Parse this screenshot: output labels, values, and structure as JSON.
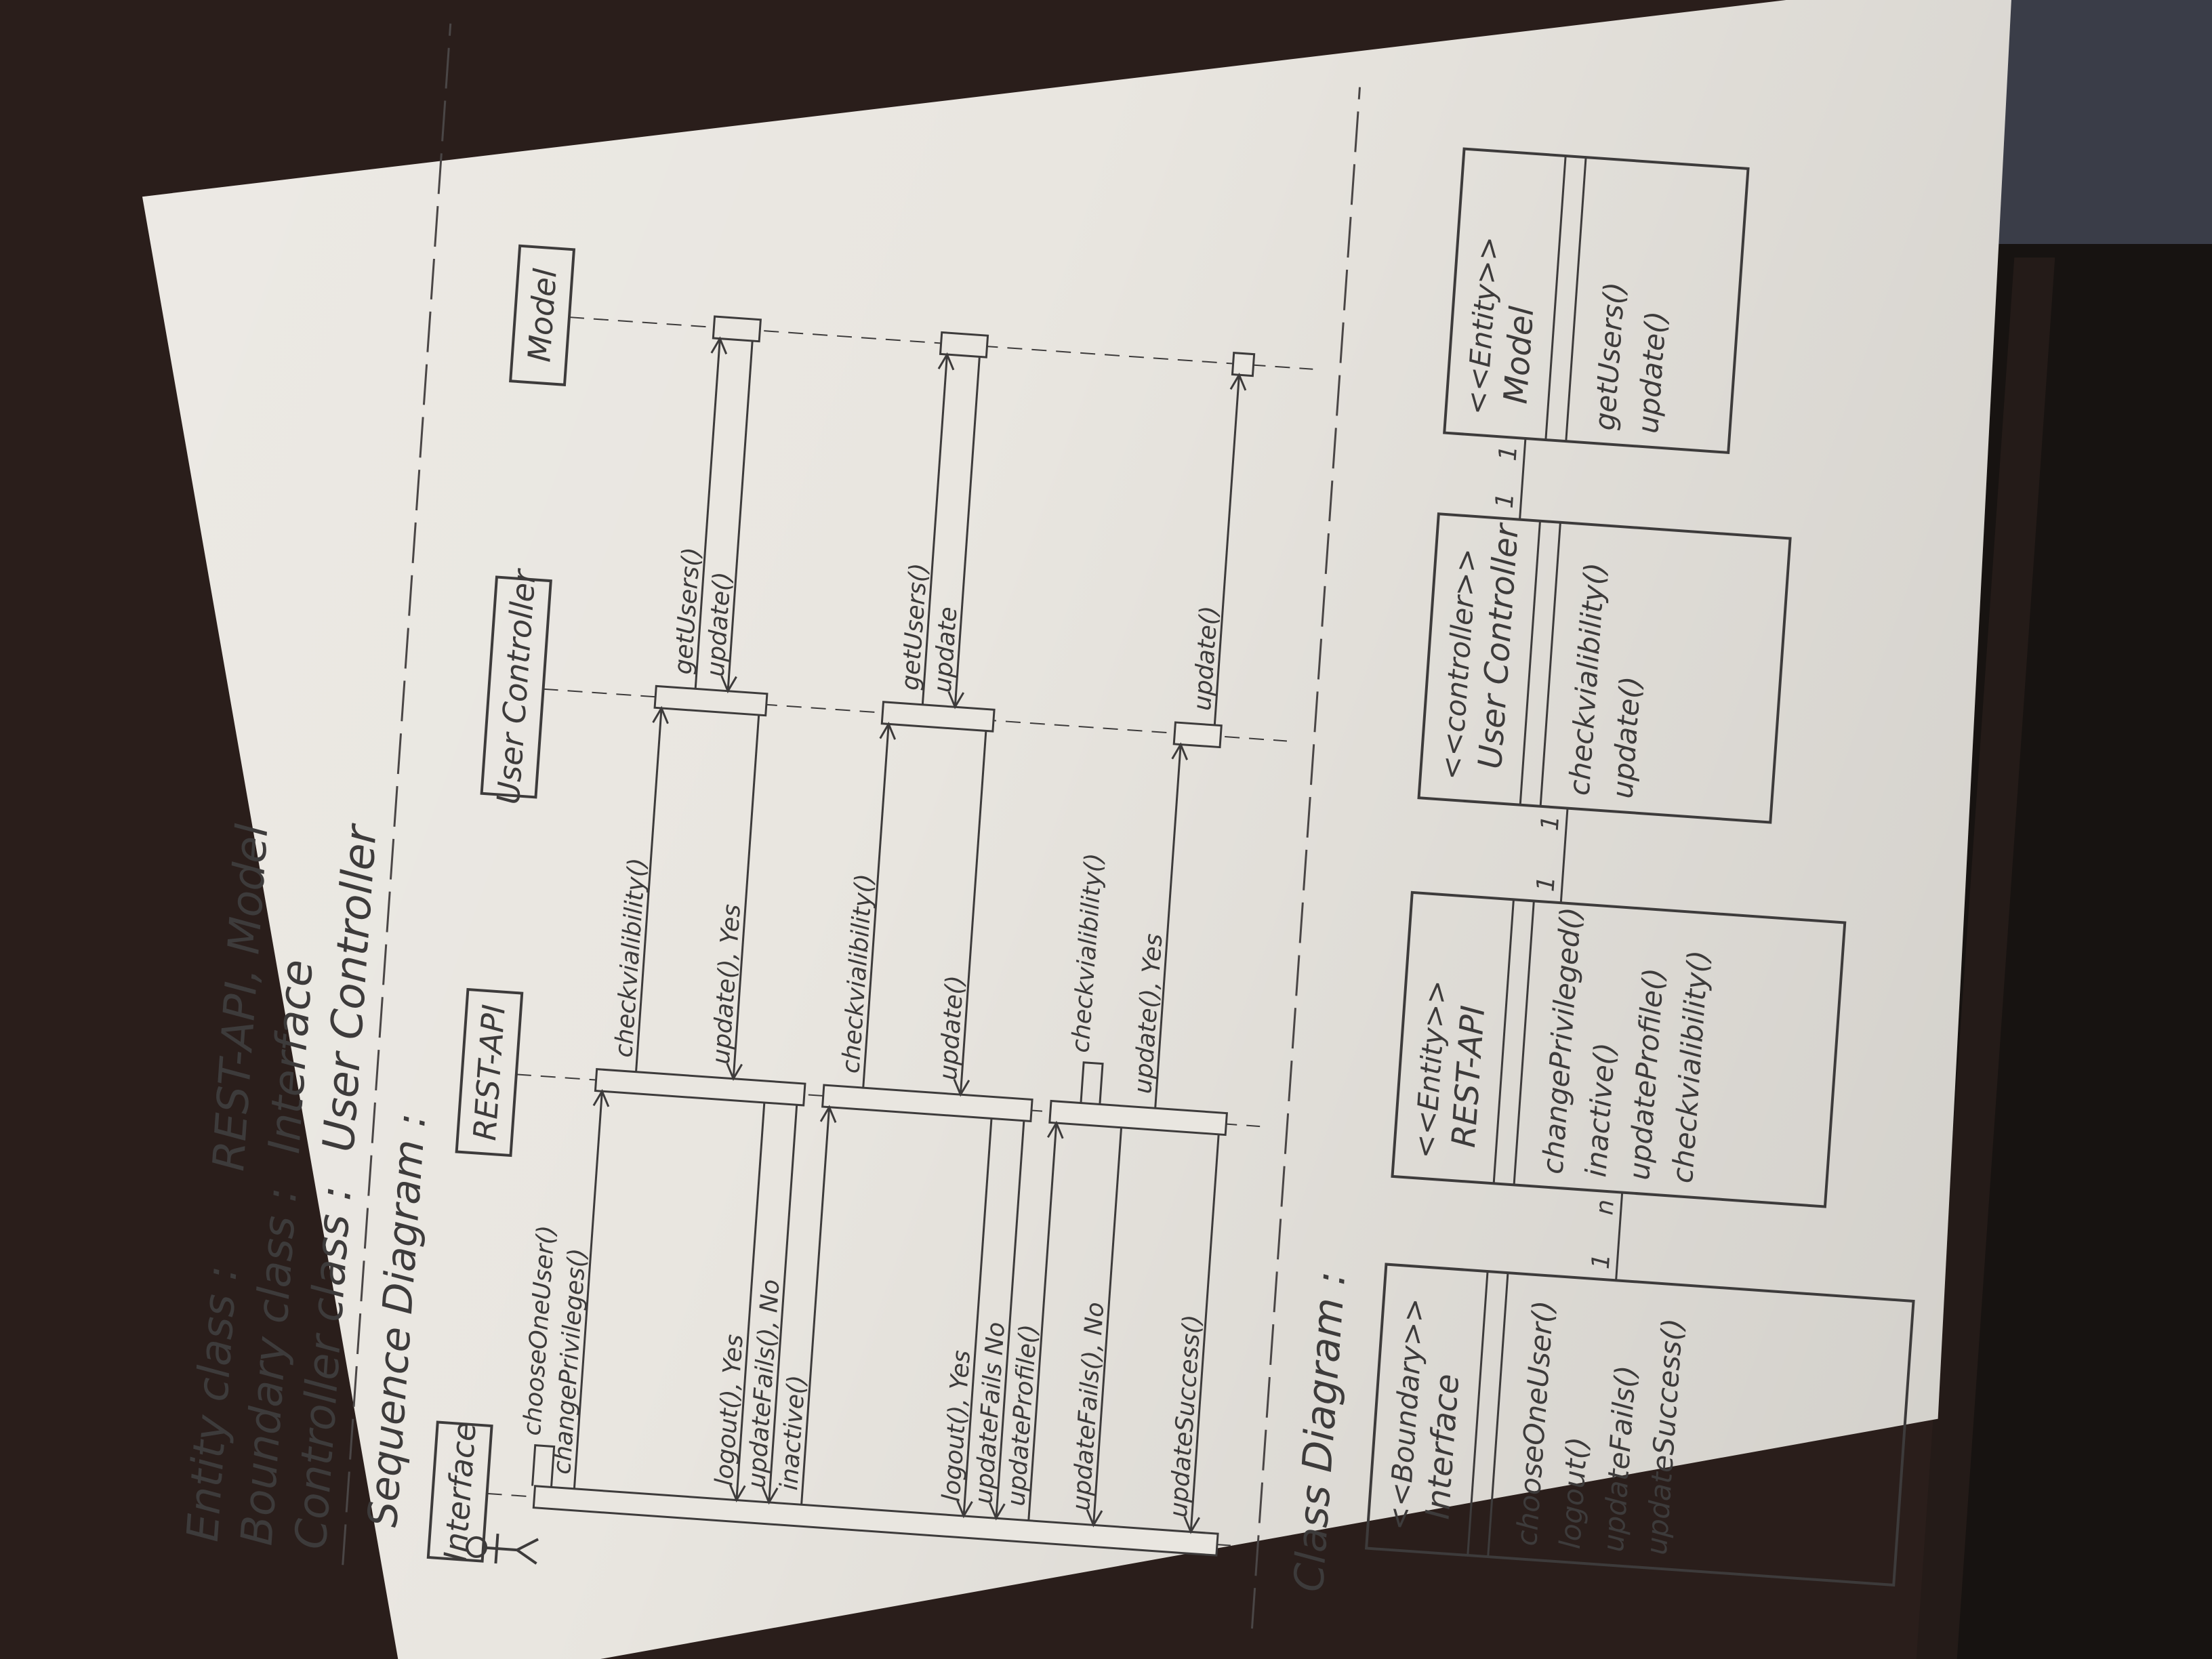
{
  "header": {
    "entity_label": "Entity class :",
    "entity_value": "REST-API, Model",
    "boundary_label": "Boundary class :",
    "boundary_value": "Interface",
    "controller_label": "Controller class :",
    "controller_value": "User Controller"
  },
  "sequence": {
    "title": "Sequence Diagram :",
    "actor_icon": "stick-figure-icon",
    "lifelines": [
      "Interface",
      "REST-API",
      "User Controller",
      "Model"
    ],
    "messages": [
      {
        "from": 0,
        "to": 0,
        "label": "chooseOneUser()"
      },
      {
        "from": 0,
        "to": 1,
        "label": "changePrivileges()"
      },
      {
        "from": 1,
        "to": 2,
        "label": "checkvialibility()"
      },
      {
        "from": 2,
        "to": 3,
        "label": "getUsers()"
      },
      {
        "from": 3,
        "to": 2,
        "label": "update()"
      },
      {
        "from": 2,
        "to": 1,
        "label": "update(), Yes"
      },
      {
        "from": 1,
        "to": 0,
        "label": "logout(), Yes"
      },
      {
        "from": 1,
        "to": 0,
        "label": "updateFails(), No"
      },
      {
        "from": 0,
        "to": 1,
        "label": "inactive()"
      },
      {
        "from": 1,
        "to": 2,
        "label": "checkvialibility()"
      },
      {
        "from": 2,
        "to": 3,
        "label": "getUsers()"
      },
      {
        "from": 3,
        "to": 2,
        "label": "update"
      },
      {
        "from": 2,
        "to": 1,
        "label": "update()"
      },
      {
        "from": 1,
        "to": 0,
        "label": "logout(), Yes"
      },
      {
        "from": 1,
        "to": 0,
        "label": "updateFails No"
      },
      {
        "from": 0,
        "to": 1,
        "label": "updateProfile()"
      },
      {
        "from": 1,
        "to": 1,
        "label": "checkvialibility()"
      },
      {
        "from": 1,
        "to": 0,
        "label": "updateFails(), No"
      },
      {
        "from": 1,
        "to": 2,
        "label": "update(), Yes"
      },
      {
        "from": 2,
        "to": 3,
        "label": "update()"
      },
      {
        "from": 1,
        "to": 0,
        "label": "updateSuccess()"
      }
    ]
  },
  "class_diagram": {
    "title": "Class Diagram :",
    "classes": [
      {
        "stereotype": "<<Boundary>>",
        "name": "Interface",
        "methods": [
          "chooseOneUser()",
          "logout()",
          "updateFails()",
          "updateSuccess()"
        ]
      },
      {
        "stereotype": "<<Entity>>",
        "name": "REST-API",
        "methods": [
          "changePrivileged()",
          "inactive()",
          "updateProfile()",
          "checkvialibility()"
        ]
      },
      {
        "stereotype": "<<controller>>",
        "name": "User Controller",
        "methods": [
          "checkvialibility()",
          "update()"
        ]
      },
      {
        "stereotype": "<<Entity>>",
        "name": "Model",
        "methods": [
          "getUsers()",
          "update()"
        ]
      }
    ],
    "multiplicities": [
      "1",
      "n",
      "1",
      "1",
      "1",
      "1"
    ]
  },
  "colors": {
    "ink": "#3d3b3b",
    "paper": "#e9e6e0",
    "desk": "#2a1e1b"
  }
}
